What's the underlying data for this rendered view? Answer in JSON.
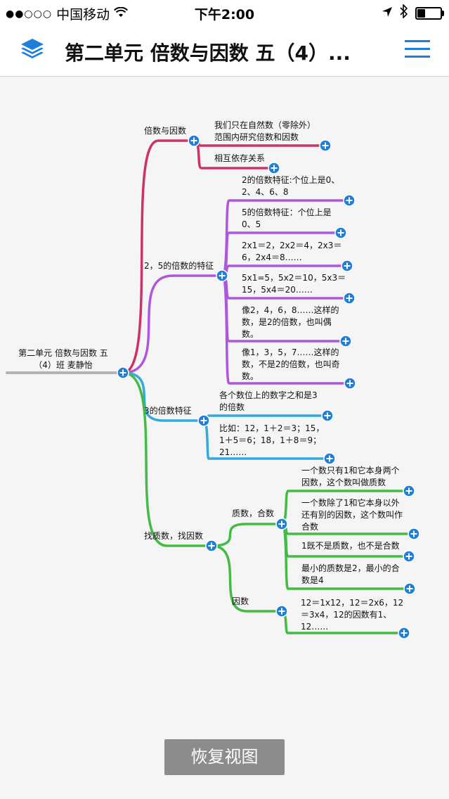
{
  "status_bar": {
    "carrier": "中国移动",
    "time": "下午2:00",
    "battery_level": 0.35
  },
  "nav": {
    "title": "第二单元 倍数与因数    五（4）...",
    "left_icon": "layers-icon",
    "right_icon": "menu-icon"
  },
  "mindmap": {
    "root": {
      "lines": [
        "第二单元 倍数与因数    五",
        "（4）班 麦静怡"
      ]
    },
    "branches": [
      {
        "label": "倍数与因数",
        "color": "#cc3366",
        "children": [
          {
            "lines": [
              "我们只在自然数（零除外）",
              "范围内研究倍数和因数"
            ]
          },
          {
            "lines": [
              "相互依存关系"
            ]
          }
        ]
      },
      {
        "label": "2，5的倍数的特征",
        "color": "#b056dd",
        "children": [
          {
            "lines": [
              "2的倍数特征:个位上是0、",
              "2、4、6、8"
            ]
          },
          {
            "lines": [
              "5的倍数特征：个位上是",
              "0、5"
            ]
          },
          {
            "lines": [
              "2x1＝2，2x2＝4，2x3＝",
              "6，2x4＝8……"
            ]
          },
          {
            "lines": [
              "5x1=5，5x2＝10，5x3＝",
              "15，5x4＝20……"
            ]
          },
          {
            "lines": [
              "像2，4，6，8……这样的",
              "数，是2的倍数，也叫偶",
              "数。"
            ]
          },
          {
            "lines": [
              "像1，3，5，7……这样的",
              "数，不是2的倍数，也叫奇",
              "数。"
            ]
          }
        ]
      },
      {
        "label": "3的倍数特征",
        "color": "#33aadd",
        "children": [
          {
            "lines": [
              "各个数位上的数字之和是3",
              "的倍数"
            ]
          },
          {
            "lines": [
              "比如：12，1＋2＝3；15，",
              "1＋5＝6；18，1＋8＝9；",
              "21……"
            ]
          }
        ]
      },
      {
        "label": "找质数，找因数",
        "color": "#44bb44",
        "children": [
          {
            "label": "质数，合数",
            "children": [
              {
                "lines": [
                  "一个数只有1和它本身两个",
                  "因数，这个数叫做质数"
                ]
              },
              {
                "lines": [
                  "一个数除了1和它本身以外",
                  "还有别的因数，这个数叫作",
                  "合数"
                ]
              },
              {
                "lines": [
                  "1既不是质数，也不是合数"
                ]
              },
              {
                "lines": [
                  "最小的质数是2，最小的合",
                  "数是4"
                ]
              }
            ]
          },
          {
            "label": "因数",
            "children": [
              {
                "lines": [
                  "12＝1x12，12＝2x6，12",
                  "＝3x4，12的因数有1、",
                  "12……"
                ]
              }
            ]
          }
        ]
      }
    ]
  },
  "restore_button": {
    "label": "恢复视图"
  }
}
